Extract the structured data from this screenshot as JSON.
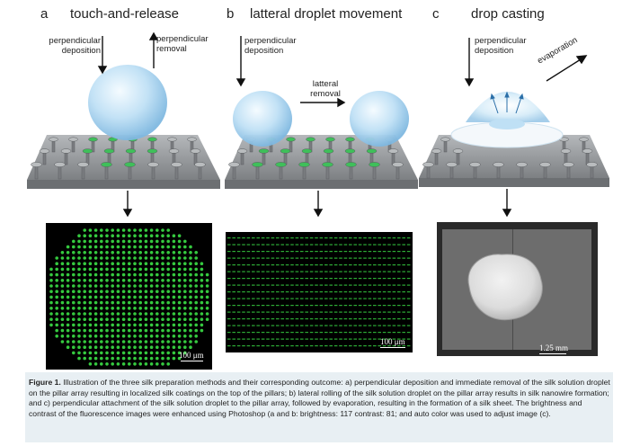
{
  "panels": [
    {
      "letter": "a",
      "title": "touch-and-release",
      "labels": {
        "deposition": "perpendicular\ndeposition",
        "removal": "perpendicular\nremoval"
      },
      "scalebar": "100 μm"
    },
    {
      "letter": "b",
      "title": "latteral droplet movement",
      "labels": {
        "deposition": "perpendicular\ndeposition",
        "removal": "latteral\nremoval"
      },
      "scalebar": "100 μm"
    },
    {
      "letter": "c",
      "title": "drop casting",
      "labels": {
        "deposition": "perpendicular\ndeposition",
        "removal": "evaporation"
      },
      "scalebar": "1.25 mm"
    }
  ],
  "caption": {
    "label": "Figure 1.",
    "text": "Illustration of the three silk preparation methods and their corresponding outcome: a) perpendicular deposition and immediate removal of the silk solution droplet on the pillar array resulting in localized silk coatings on the top of the pillars; b) lateral rolling of the silk solution droplet on the pillar array results in silk nanowire formation; and c) perpendicular attachment of the silk solution droplet to the pillar array, followed by evaporation, resulting in the formation of a silk sheet. The brightness and contrast of the fluorescence images were enhanced using Photoshop (a and b: brightness: 117 contrast: 81; and auto color was used to adjust image (c)."
  },
  "colors": {
    "droplet": "#a9d4f0",
    "silk_coating": "#3fbf5a",
    "pillar": "#8a8d90",
    "substrate": "#8c8f92",
    "fluorescence": "#35c93f"
  }
}
